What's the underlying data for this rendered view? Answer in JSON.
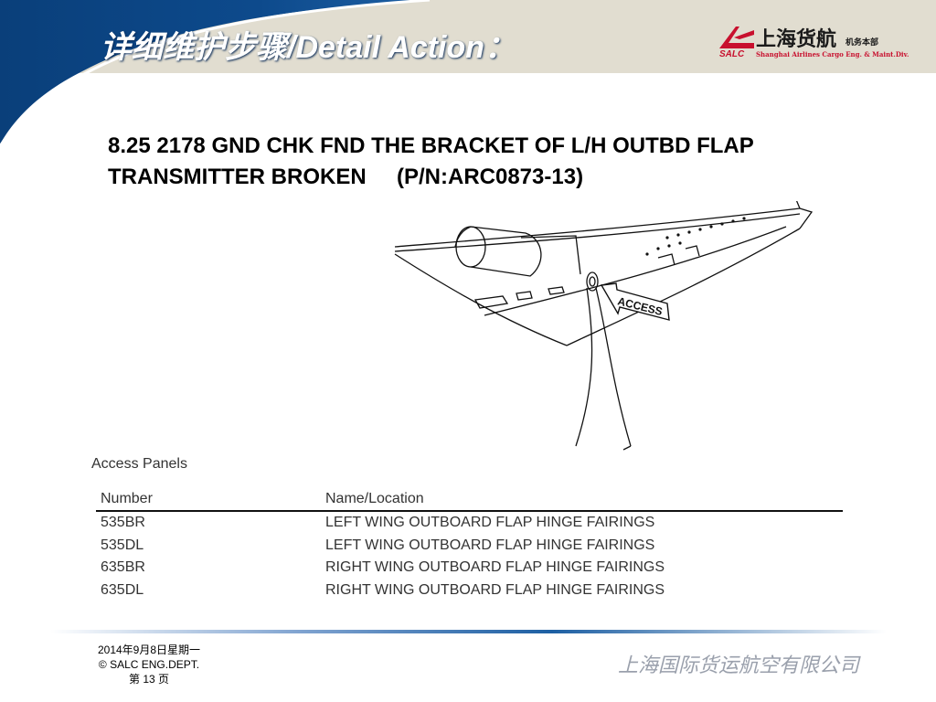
{
  "header": {
    "title": "详细维护步骤/Detail Action：",
    "logo": {
      "cn_name": "上海货航",
      "dept": "机务本部",
      "abbr": "SALC",
      "en_name": "Shanghai Airlines Cargo Eng. & Maint.Div."
    }
  },
  "main": {
    "heading_line1": "8.25 2178 GND CHK FND THE BRACKET OF L/H OUTBD FLAP",
    "heading_line2": "TRANSMITTER BROKEN     (P/N:ARC0873-13)",
    "figure": {
      "callout_label": "ACCESS"
    },
    "access_panels": {
      "title": "Access Panels",
      "columns": [
        "Number",
        "Name/Location"
      ],
      "rows": [
        [
          "535BR",
          "LEFT WING OUTBOARD FLAP HINGE FAIRINGS"
        ],
        [
          "535DL",
          "LEFT WING OUTBOARD FLAP HINGE FAIRINGS"
        ],
        [
          "635BR",
          "RIGHT WING OUTBOARD FLAP HINGE FAIRINGS"
        ],
        [
          "635DL",
          "RIGHT WING OUTBOARD FLAP HINGE FAIRINGS"
        ]
      ]
    }
  },
  "footer": {
    "date": "2014年9月8日星期一",
    "copyright": "© SALC ENG.DEPT.",
    "page": "第 13 页",
    "company": "上海国际货运航空有限公司"
  },
  "colors": {
    "header_blue": "#0d4a8c",
    "header_bg": "#e1ddd0",
    "brand_red": "#c8102e"
  }
}
